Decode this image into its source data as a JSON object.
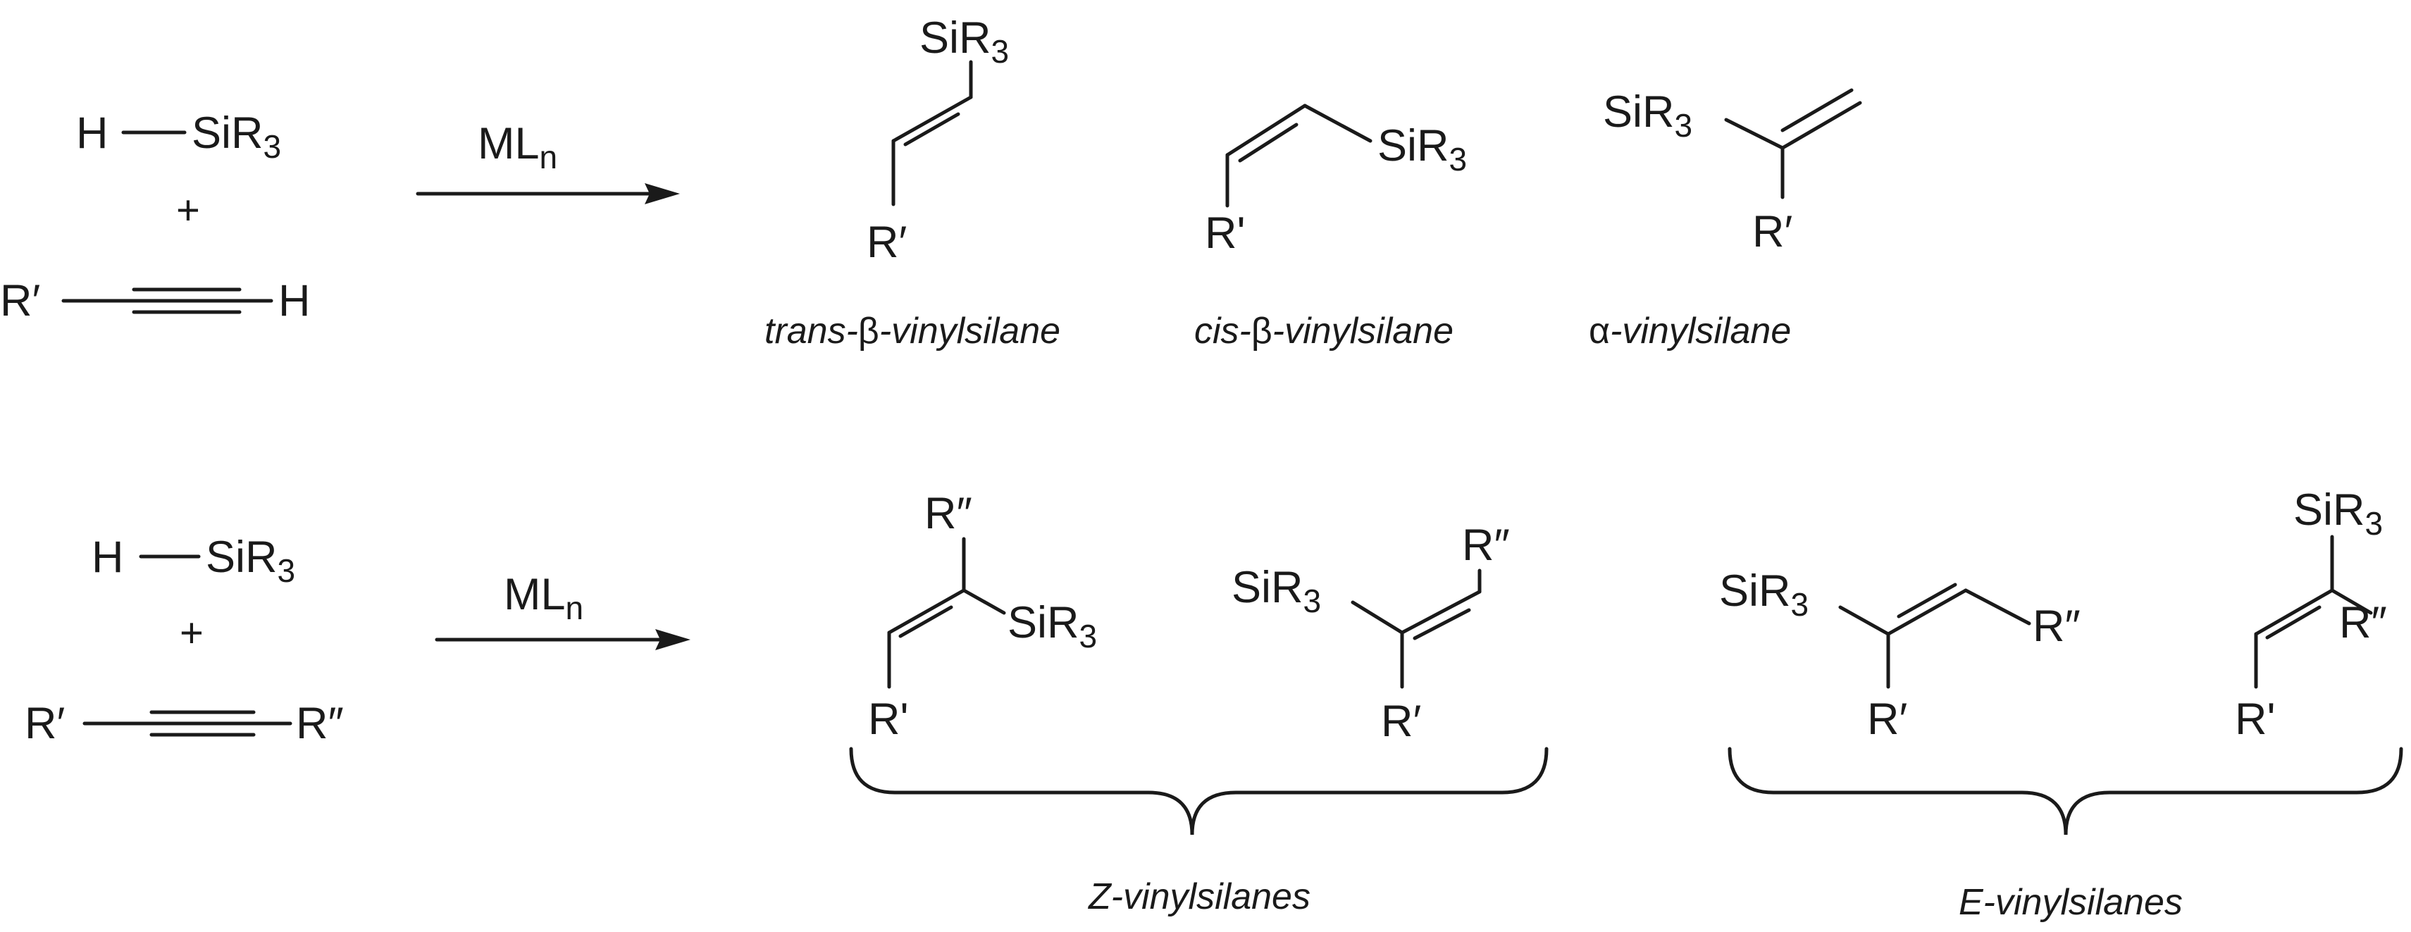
{
  "reagents": {
    "hydrosilane": "H",
    "silyl": "SiR3",
    "plus": "+",
    "terminal_alkyne": {
      "left": "R′",
      "right": "H"
    },
    "internal_alkyne": {
      "left": "R′",
      "right": "R″"
    }
  },
  "catalyst": "ML",
  "catalyst_subscript": "n",
  "substituents": {
    "r_prime": "R′",
    "r_prime_alt": "R'",
    "r_double_prime": "R″",
    "silyl": "SiR3"
  },
  "top_products": {
    "trans": {
      "prefix": "trans-",
      "greek": "β",
      "rest": "-vinylsilane"
    },
    "cis": {
      "prefix": "cis-",
      "greek": "β",
      "rest": "-vinylsilane"
    },
    "alpha": {
      "greek": "α",
      "rest": "-vinylsilane"
    }
  },
  "bottom_groups": {
    "z": "Z-vinylsilanes",
    "e": "E-vinylsilanes"
  }
}
